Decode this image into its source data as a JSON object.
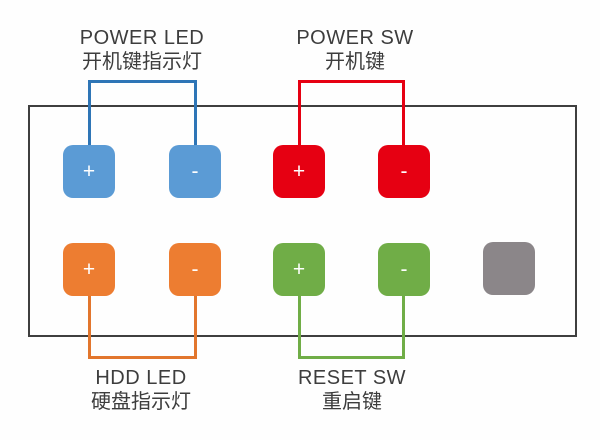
{
  "diagram": {
    "board_border_color": "#3f3f3f",
    "text_color": "#3d3d3d",
    "groups": [
      {
        "id": "power-led",
        "label_en": "POWER LED",
        "label_zh": "开机键指示灯",
        "pin_color": "#5b9bd5",
        "wire_color": "#2e75b6",
        "label_side": "top",
        "pins": [
          "+",
          "-"
        ]
      },
      {
        "id": "power-sw",
        "label_en": "POWER SW",
        "label_zh": "开机键",
        "pin_color": "#e60012",
        "wire_color": "#e60012",
        "label_side": "top",
        "pins": [
          "+",
          "-"
        ]
      },
      {
        "id": "hdd-led",
        "label_en": "HDD LED",
        "label_zh": "硬盘指示灯",
        "pin_color": "#ed7d31",
        "wire_color": "#e2762d",
        "label_side": "bottom",
        "pins": [
          "+",
          "-"
        ]
      },
      {
        "id": "reset-sw",
        "label_en": "RESET SW",
        "label_zh": "重启键",
        "pin_color": "#70ad47",
        "wire_color": "#70ad47",
        "label_side": "bottom",
        "pins": [
          "+",
          "-"
        ]
      }
    ],
    "unused_pin": {
      "color": "#8b8689",
      "symbol": ""
    }
  }
}
